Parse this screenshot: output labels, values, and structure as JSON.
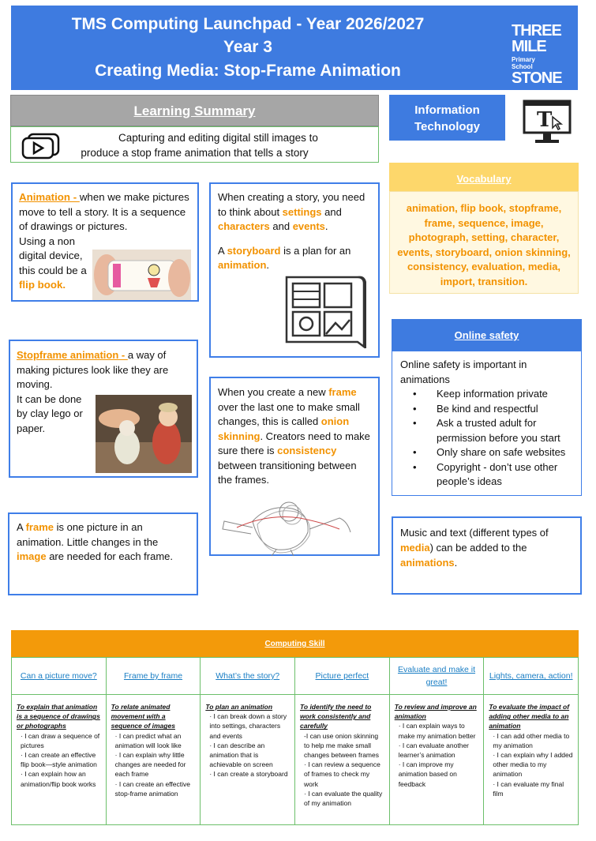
{
  "header": {
    "line1": "TMS Computing Launchpad - Year 2026/2027",
    "line2": "Year 3",
    "line3": "Creating Media: Stop-Frame Animation",
    "logo_line1": "THREE",
    "logo_line2": "MILE",
    "logo_small": "Primary School",
    "logo_line3": "STONE"
  },
  "learning_summary": {
    "heading": "Learning Summary",
    "line1": "Capturing and editing digital still images to",
    "line2": "produce a stop frame animation that tells a story"
  },
  "info_tech": {
    "line1": "Information",
    "line2": "Technology"
  },
  "vocabulary": {
    "heading": "Vocabulary",
    "words": "animation, flip book, stopframe, frame, sequence, image, photograph, setting, character, events, storyboard, onion skinning, consistency, evaluation, media, import, transition."
  },
  "animation_box": {
    "term": "Animation - ",
    "t1": "when we make pictures move to tell a story. It is a sequence of drawings or pictures.",
    "t2": "Using a non digital device, this could be a ",
    "term2": "flip book."
  },
  "story_box": {
    "p1a": "When creating a story, you need to think about ",
    "p1b": "settings",
    "p1c": " and ",
    "p1d": "characters",
    "p1e": " and ",
    "p1f": "events",
    "p1g": ".",
    "p2a": "A ",
    "p2b": "storyboard",
    "p2c": " is a plan for an ",
    "p2d": "animation",
    "p2e": "."
  },
  "stopframe_box": {
    "term": "Stopframe animation - ",
    "t1": "a way of making pictures look like they are moving.",
    "t2": "It can be done by clay lego or paper."
  },
  "frame_box": {
    "t1": "When you create a new ",
    "t2": "frame",
    "t3": " over the last one to make small changes, this is called ",
    "t4": "onion skinning",
    "t5": ". Creators need to make sure there is ",
    "t6": "consistency",
    "t7": " between transitioning between the frames."
  },
  "frame_def_box": {
    "t1": "A ",
    "t2": "frame",
    "t3": " is one picture in an animation. Little changes in the ",
    "t4": "image",
    "t5": " are needed for each frame."
  },
  "online_safety": {
    "heading": "Online safety",
    "intro": "Online safety is important in animations",
    "items": [
      "Keep information private",
      "Be kind and respectful",
      "Ask a trusted adult for permission before you start",
      "Only share on safe websites",
      "Copyright - don’t use other people’s ideas"
    ]
  },
  "media_box": {
    "t1": "Music and text (different types of ",
    "t2": "media",
    "t3": ") can be added to the ",
    "t4": "animations",
    "t5": "."
  },
  "computing_skill": {
    "heading": "Computing Skill",
    "columns": [
      {
        "title": "Can a picture move?",
        "objective": "To explain that animation is a sequence of drawings or photographs",
        "skills": [
          "· I can draw a sequence of pictures",
          "· I can create an effective flip book—style animation",
          "· I can explain how an animation/flip book works"
        ]
      },
      {
        "title": "Frame by frame",
        "objective": "To relate animated movement with a sequence of images",
        "skills": [
          "· I can predict what an animation will look like",
          "· I can explain why little changes are needed for each frame",
          "· I can create an effective stop-frame animation"
        ]
      },
      {
        "title": "What’s the story?",
        "objective": "To plan an animation",
        "skills": [
          "· I can break down a story into settings, characters and events",
          "· I can describe an animation that is achievable on screen",
          "· I can create a storyboard"
        ]
      },
      {
        "title": "Picture perfect",
        "objective": "To identify the need to work consistently and carefully",
        "skills": [
          "-I can use onion skinning to help me make small changes between frames",
          "· I can review a sequence of frames to check my work",
          "· I can evaluate the quality of my animation"
        ]
      },
      {
        "title": "Evaluate and make it great!",
        "objective": "To review and improve an animation",
        "skills": [
          "· I can explain ways to make my animation better",
          "· I can evaluate another learner’s animation",
          "· I can improve my animation based on feedback"
        ]
      },
      {
        "title": "Lights, camera, action!",
        "objective": "To evaluate the impact of adding other media to an animation",
        "skills": [
          "· I can add other media to my animation",
          "· I can explain why I added other media to my animation",
          "· I can evaluate my final film"
        ]
      }
    ]
  }
}
